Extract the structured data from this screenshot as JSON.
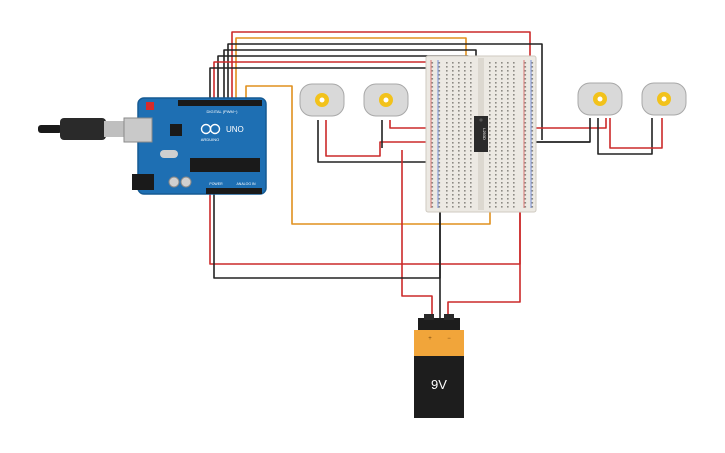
{
  "arduino": {
    "brand": "UNO",
    "logo_text": "ARDUINO",
    "header_digital": "DIGITAL (PWM~)",
    "header_power": "POWER",
    "header_analog": "ANALOG IN"
  },
  "battery": {
    "label": "9V",
    "terminal_pos": "+",
    "terminal_neg": "−"
  },
  "ic": {
    "label": "L293D"
  },
  "wires": {
    "red": "#cc2a2a",
    "black": "#222222",
    "orange": "#e0901e"
  },
  "colors": {
    "board": "#1e6fb3",
    "board_dark": "#155a93",
    "breadboard": "#ece9e3",
    "motor": "#d9d9d9",
    "motor_hub": "#f2c21b",
    "battery_orange": "#f1a53a",
    "battery_black": "#1d1d1d"
  },
  "icons": [
    "usb-cable-icon",
    "dc-motor-icon",
    "battery-icon",
    "chip-icon"
  ]
}
